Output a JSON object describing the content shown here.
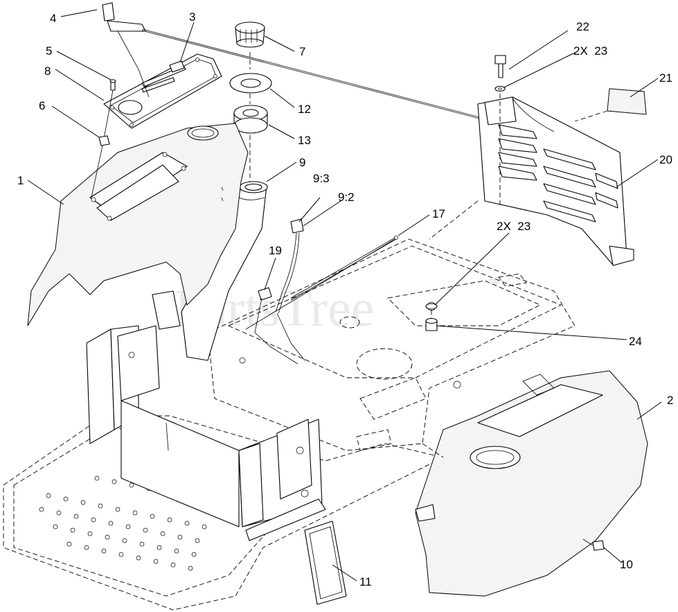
{
  "watermark": {
    "text": "PartsTree",
    "mark": "TM"
  },
  "callouts": [
    {
      "id": "c1",
      "label": "1"
    },
    {
      "id": "c2",
      "label": "2"
    },
    {
      "id": "c3",
      "label": "3"
    },
    {
      "id": "c4",
      "label": "4"
    },
    {
      "id": "c5",
      "label": "5"
    },
    {
      "id": "c6",
      "label": "6"
    },
    {
      "id": "c7",
      "label": "7"
    },
    {
      "id": "c8",
      "label": "8"
    },
    {
      "id": "c9",
      "label": "9"
    },
    {
      "id": "c9_3",
      "label": "9:3"
    },
    {
      "id": "c9_2",
      "label": "9:2"
    },
    {
      "id": "c10",
      "label": "10"
    },
    {
      "id": "c11",
      "label": "11"
    },
    {
      "id": "c12",
      "label": "12"
    },
    {
      "id": "c13",
      "label": "13"
    },
    {
      "id": "c17",
      "label": "17"
    },
    {
      "id": "c19",
      "label": "19"
    },
    {
      "id": "c20",
      "label": "20"
    },
    {
      "id": "c21",
      "label": "21"
    },
    {
      "id": "c22",
      "label": "22"
    },
    {
      "id": "c23a",
      "label": "2X  23"
    },
    {
      "id": "c23b",
      "label": "2X  23"
    },
    {
      "id": "c24",
      "label": "24"
    }
  ]
}
